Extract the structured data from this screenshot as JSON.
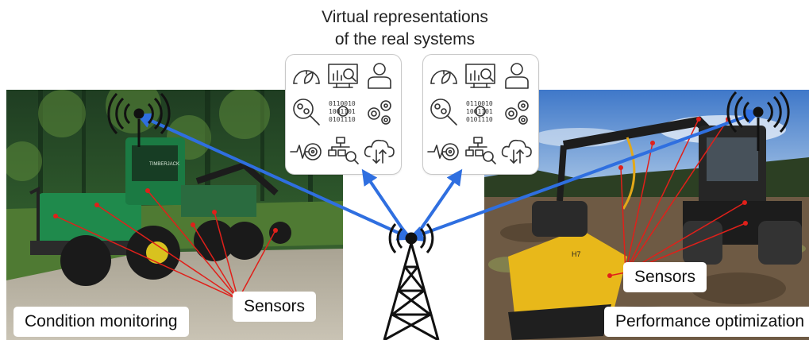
{
  "title": {
    "line1": "Virtual representations",
    "line2": "of the real systems"
  },
  "labels": {
    "condition_monitoring": "Condition monitoring",
    "performance_optimization": "Performance optimization",
    "sensors_left": "Sensors",
    "sensors_right": "Sensors"
  },
  "machine_decals": {
    "left_brand": "TIMBERJACK",
    "right_head": "H7"
  },
  "panels": [
    {
      "icons": [
        "speedometer-leaf-icon",
        "dashboard-chart-icon",
        "person-icon",
        "magnifier-gears-icon",
        "binary-code-icon",
        "gears-icon",
        "pulse-target-icon",
        "hierarchy-search-icon",
        "cloud-transfer-icon"
      ]
    },
    {
      "icons": [
        "speedometer-leaf-icon",
        "dashboard-chart-icon",
        "person-icon",
        "magnifier-gears-icon",
        "binary-code-icon",
        "gears-icon",
        "pulse-target-icon",
        "hierarchy-search-icon",
        "cloud-transfer-icon"
      ]
    }
  ],
  "colors": {
    "link_arrows": "#2f6fe0",
    "sensor_lines": "#e0201a",
    "left_machine": "#1f8a4c",
    "right_machine": "#e8b81a",
    "tower": "#111111"
  }
}
